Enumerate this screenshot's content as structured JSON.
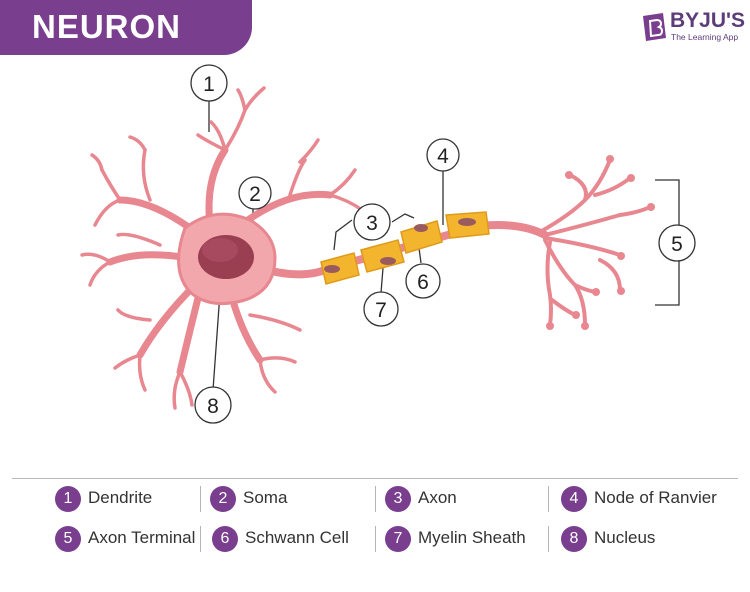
{
  "title": "NEURON",
  "brand": {
    "name": "BYJU'S",
    "tagline": "The Learning App",
    "icon": "byjus-logo-icon",
    "color": "#7a3e8e"
  },
  "colors": {
    "banner": "#7a3e8e",
    "cell_body": "#f2a7ad",
    "dendrite": "#e8878f",
    "nucleus": "#9a3e52",
    "myelin": "#f3b52e",
    "callout_circle": "#ffffff"
  },
  "callouts": [
    {
      "number": "1",
      "part": "Dendrite"
    },
    {
      "number": "2",
      "part": "Soma"
    },
    {
      "number": "3",
      "part": "Axon"
    },
    {
      "number": "4",
      "part": "Node of Ranvier"
    },
    {
      "number": "5",
      "part": "Axon Terminal"
    },
    {
      "number": "6",
      "part": "Schwann Cell"
    },
    {
      "number": "7",
      "part": "Myelin Sheath"
    },
    {
      "number": "8",
      "part": "Nucleus"
    }
  ],
  "legend": [
    {
      "number": "1",
      "label": "Dendrite"
    },
    {
      "number": "2",
      "label": "Soma"
    },
    {
      "number": "3",
      "label": "Axon"
    },
    {
      "number": "4",
      "label": "Node of Ranvier"
    },
    {
      "number": "5",
      "label": "Axon Terminal"
    },
    {
      "number": "6",
      "label": "Schwann Cell"
    },
    {
      "number": "7",
      "label": "Myelin Sheath"
    },
    {
      "number": "8",
      "label": "Nucleus"
    }
  ]
}
